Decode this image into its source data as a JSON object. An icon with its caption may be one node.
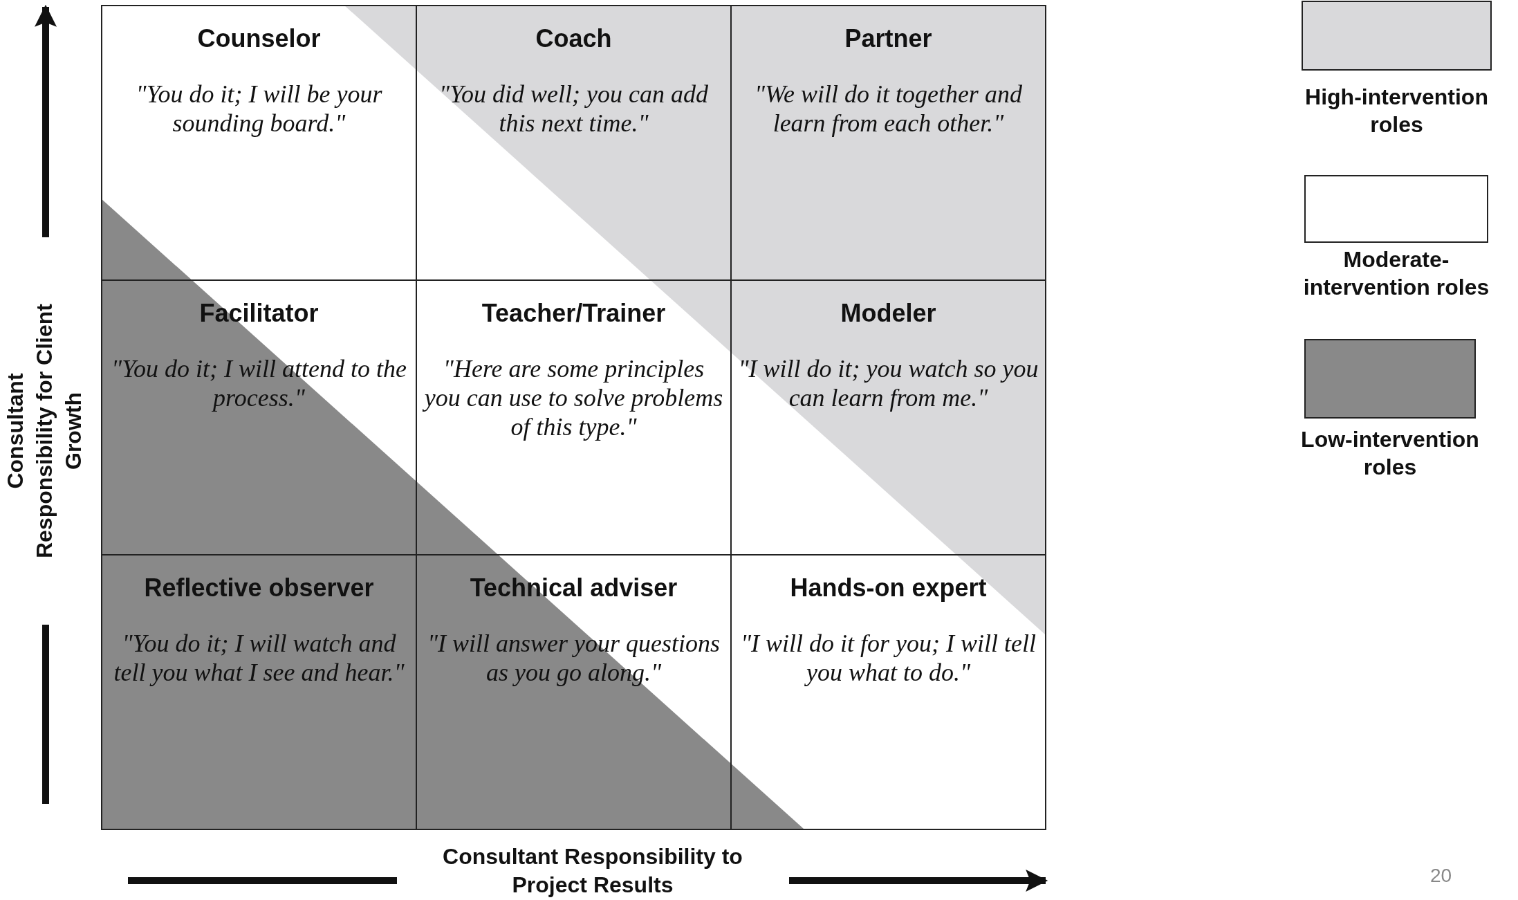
{
  "diagram": {
    "nodes": [
      {
        "text": [
          "Counselor",
          "\"You do it; I will be your sounding board.\""
        ]
      },
      {
        "text": [
          "Coach",
          "\"You did well; you can add this next time.\""
        ]
      },
      {
        "text": [
          "Partner",
          "\"We will do it together and learn from each other.\""
        ]
      },
      {
        "text": [
          "Facilitator",
          "\"You do it; I will attend to the process.\""
        ]
      },
      {
        "text": [
          "Teacher/Trainer",
          "\"Here are some principles you can use to solve problems of this type.\""
        ]
      },
      {
        "text": [
          "Modeler",
          "\"I will do it; you watch so you can learn from me.\""
        ]
      },
      {
        "text": [
          "Reflective observer",
          "\"You do it; I will watch and tell you what I see and hear.\""
        ]
      },
      {
        "text": [
          "Technical adviser",
          "\"I will answer your questions as you go along.\""
        ]
      },
      {
        "text": [
          "Hands-on expert",
          "\"I will do it for you; I will tell you what to do.\""
        ]
      }
    ],
    "labels": [
      "Consultant Responsibility for Client Growth",
      "Consultant Responsibility to Project Results",
      "20"
    ],
    "legend": [
      {
        "text": "High-intervention roles",
        "color": "#d9d9db"
      },
      {
        "text": "Moderate-intervention roles",
        "color": "#ffffff"
      },
      {
        "text": "Low-intervention roles",
        "color": "#898989"
      }
    ]
  }
}
